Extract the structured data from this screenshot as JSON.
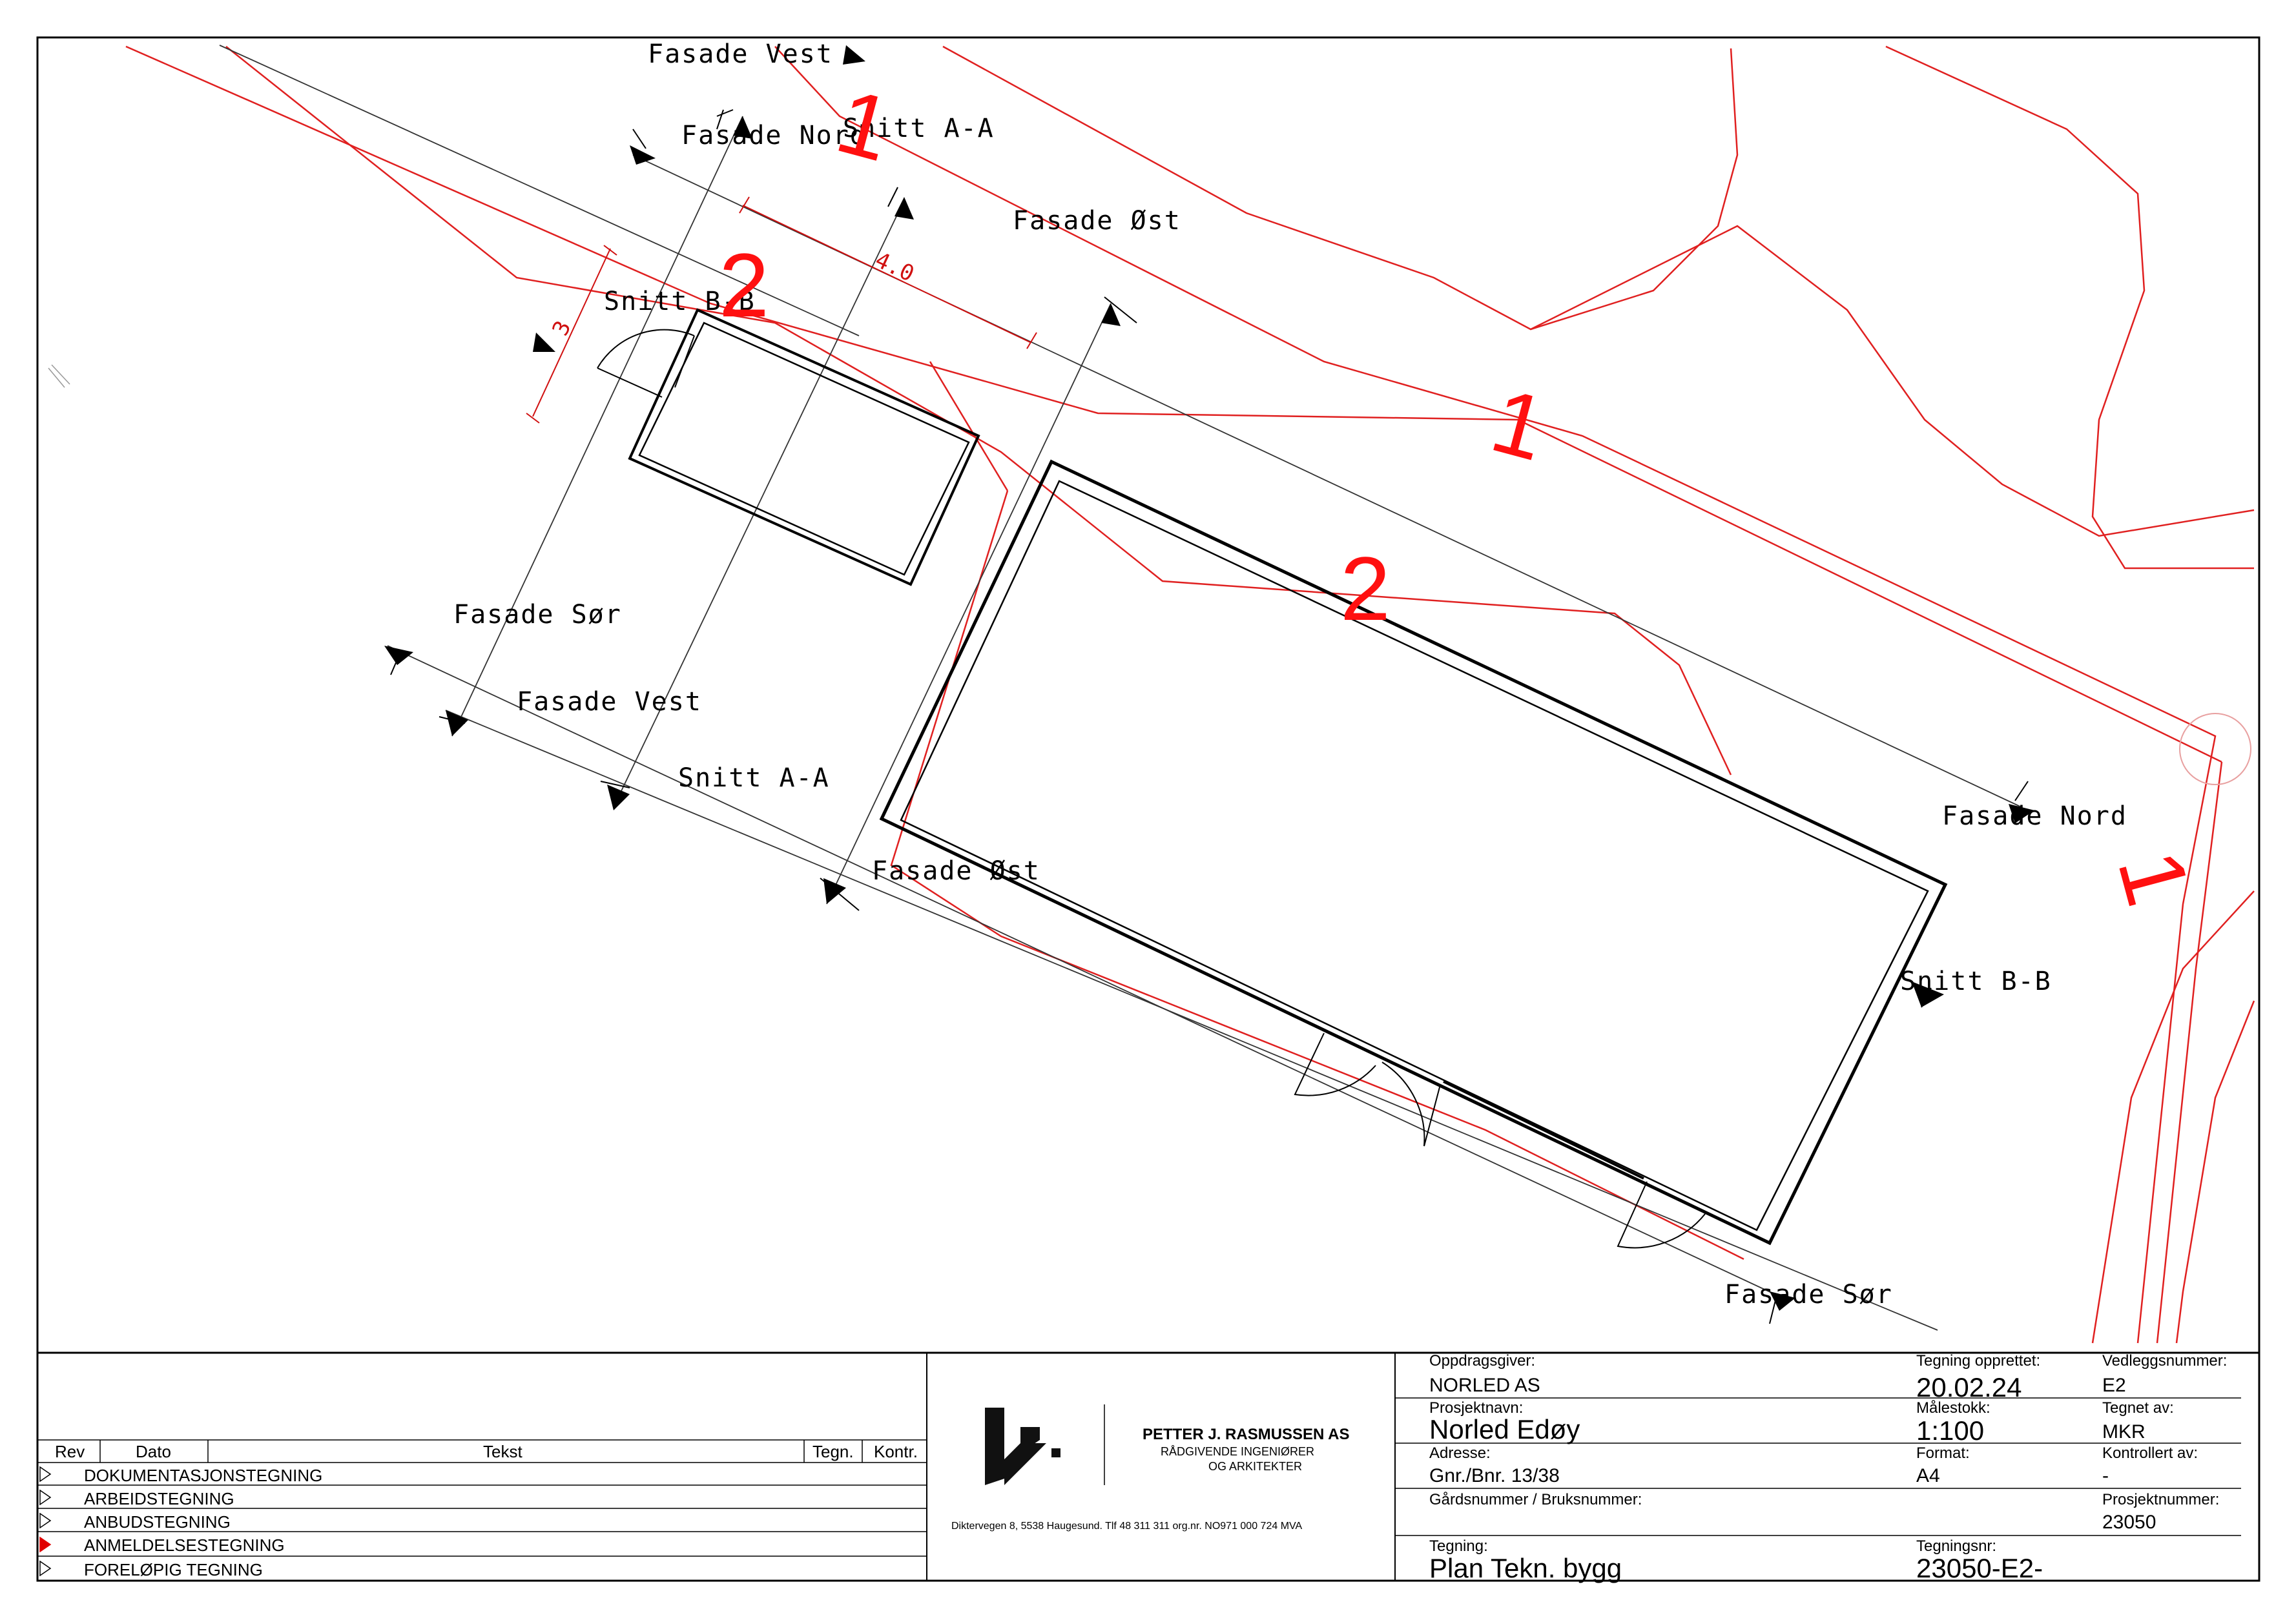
{
  "plan": {
    "labels": {
      "fasade_vest_top": "Fasade Vest",
      "fasade_nord_top": "Fasade Nord",
      "snitt_aa_top": "Snitt A-A",
      "fasade_ost_top": "Fasade Øst",
      "snitt_bb_left": "Snitt B-B",
      "fasade_sor_left": "Fasade Sør",
      "fasade_vest_mid": "Fasade Vest",
      "snitt_aa_mid": "Snitt A-A",
      "fasade_ost_mid": "Fasade Øst",
      "fasade_nord_right": "Fasade Nord",
      "snitt_bb_right": "Snitt B-B",
      "fasade_sor_bottom": "Fasade Sør"
    },
    "zones": {
      "z1_top": "1",
      "z2_top": "2",
      "z1_mid": "1",
      "z2_mid": "2",
      "z1_right": "1"
    },
    "dimensions": {
      "width_40": "4.0",
      "width_3": "3"
    },
    "colors": {
      "red": "#e02020",
      "zone_red": "#ff1010"
    }
  },
  "titleblock": {
    "rev_headers": {
      "rev": "Rev",
      "dato": "Dato",
      "tekst": "Tekst",
      "tegn": "Tegn.",
      "kontr": "Kontr."
    },
    "stages": [
      "DOKUMENTASJONSTEGNING",
      "ARBEIDSTEGNING",
      "ANBUDSTEGNING",
      "ANMELDELSESTEGNING",
      "FORELØPIG TEGNING"
    ],
    "company": {
      "name": "PETTER J. RASMUSSEN AS",
      "line1": "RÅDGIVENDE INGENIØRER",
      "line2": "OG ARKITEKTER",
      "address": "Diktervegen 8, 5538 Haugesund. Tlf 48 311 311 org.nr. NO971 000 724 MVA"
    },
    "fields": {
      "oppdragsgiver_label": "Oppdragsgiver:",
      "oppdragsgiver": "NORLED AS",
      "prosjektnavn_label": "Prosjektnavn:",
      "prosjektnavn": "Norled Edøy",
      "adresse_label": "Adresse:",
      "adresse": "Gnr./Bnr. 13/38",
      "gnr_label": "Gårdsnummer / Bruksnummer:",
      "tegning_label": "Tegning:",
      "tegning": "Plan Tekn. bygg",
      "opprettet_label": "Tegning opprettet:",
      "opprettet": "20.02.24",
      "malestokk_label": "Målestokk:",
      "malestokk": "1:100",
      "format_label": "Format:",
      "format": "A4",
      "tegningsnr_label": "Tegningsnr:",
      "tegningsnr": "23050-E2-",
      "vedlegg_label": "Vedleggsnummer:",
      "vedlegg": "E2",
      "tegnet_label": "Tegnet av:",
      "tegnet": "MKR",
      "kontrollert_label": "Kontrollert av:",
      "kontrollert": "-",
      "prosjektnr_label": "Prosjektnummer:",
      "prosjektnr": "23050"
    }
  }
}
